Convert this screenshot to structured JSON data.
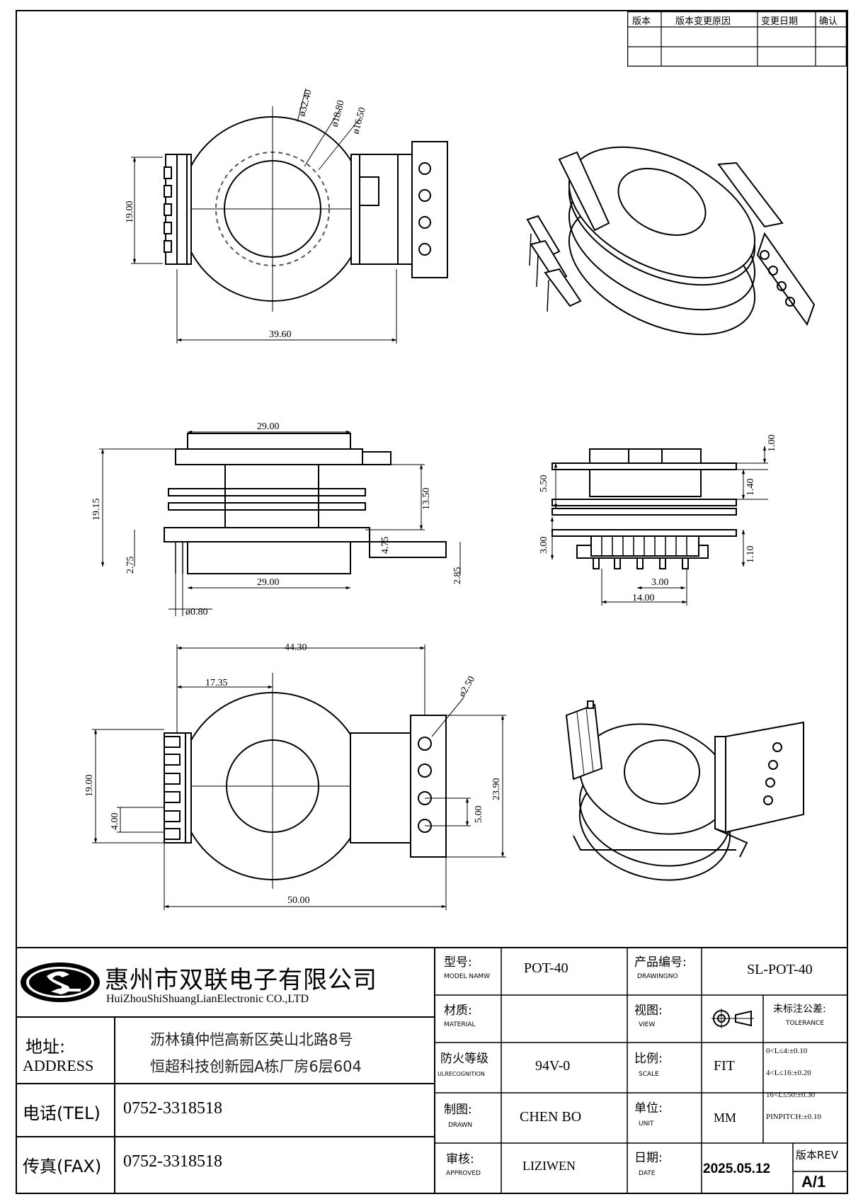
{
  "revision_table": {
    "headers": [
      "版本",
      "版本变更原因",
      "变更日期",
      "确认"
    ]
  },
  "dimensions": {
    "top_view": {
      "d1": "ø32.40",
      "d2": "ø18.80",
      "d3": "ø16.50",
      "h": "19.00",
      "w": "39.60"
    },
    "front_view": {
      "top_width": "29.00",
      "bottom_width": "29.00",
      "total_height": "19.15",
      "inner_height": "13.50",
      "pin_stub": "4.75",
      "left_small": "2.75",
      "pin_len": "2.85",
      "pin_dia": "ø0.80"
    },
    "side_view": {
      "top": "1.00",
      "h1": "5.50",
      "h2": "1.40",
      "h3": "3.00",
      "h4": "1.10",
      "pitch": "3.00",
      "span": "14.00"
    },
    "bottom_view": {
      "total": "44.30",
      "center": "17.35",
      "hole": "ø2.50",
      "h": "19.00",
      "side": "23.90",
      "small": "4.00",
      "pitch": "5.00",
      "width": "50.00"
    }
  },
  "company": {
    "name_cn": "惠州市双联电子有限公司",
    "name_en": "HuiZhouShiShuangLianElectronic CO.,LTD",
    "address_label": "地址:",
    "address_label_en": "ADDRESS",
    "address_line1": "沥林镇仲恺高新区英山北路8号",
    "address_line2": "恒超科技创新园A栋厂房6层604",
    "tel_label": "电话(TEL)",
    "tel": "0752-3318518",
    "fax_label": "传真(FAX)",
    "fax": "0752-3318518"
  },
  "title_block": {
    "model_label": "型号:",
    "model_label_en": "MODEL NAMW",
    "model": "POT-40",
    "drawing_no_label": "产品编号:",
    "drawing_no_label_en": "DRAWINGNO",
    "drawing_no": "SL-POT-40",
    "material_label": "材质:",
    "material_label_en": "MATERIAL",
    "material": "",
    "view_label": "视图:",
    "view_label_en": "VIEW",
    "tolerance_label": "未标注公差:",
    "tolerance_label_en": "TOLERANCE",
    "tolerances": [
      "0<L≤4:±0.10",
      "4<L≤16:±0.20",
      "16<L≤50:±0.30",
      "PINPITCH:±0.10"
    ],
    "fire_label": "防火等级",
    "fire_label_en": "ULRECOGNITION",
    "fire": "94V-0",
    "scale_label": "比例:",
    "scale_label_en": "SCALE",
    "scale": "FIT",
    "drawn_label": "制图:",
    "drawn_label_en": "DRAWN",
    "drawn": "CHEN BO",
    "unit_label": "单位:",
    "unit_label_en": "UNIT",
    "unit": "MM",
    "approved_label": "审核:",
    "approved_label_en": "APPROVED",
    "approved": "LIZIWEN",
    "date_label": "日期:",
    "date_label_en": "DATE",
    "date": "2025.05.12",
    "rev_label": "版本REV",
    "rev": "A/1"
  }
}
